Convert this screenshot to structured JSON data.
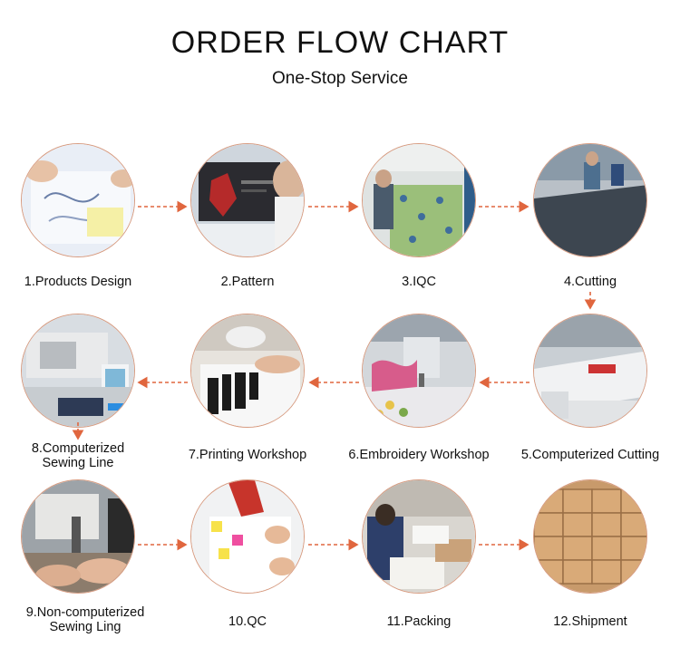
{
  "header": {
    "title": "ORDER FLOW CHART",
    "subtitle": "One-Stop Service"
  },
  "steps": [
    {
      "label": "1.Products Design",
      "icon": "design-sketch-photo"
    },
    {
      "label": "2.Pattern",
      "icon": "pattern-computer-photo"
    },
    {
      "label": "3.IQC",
      "icon": "fabric-inspection-photo"
    },
    {
      "label": "4.Cutting",
      "icon": "cutting-table-photo"
    },
    {
      "label": "5.Computerized Cutting",
      "icon": "computerized-cutter-photo"
    },
    {
      "label": "6.Embroidery Workshop",
      "icon": "embroidery-machine-photo"
    },
    {
      "label": "7.Printing Workshop",
      "icon": "printing-photo"
    },
    {
      "label": "8.Computerized\nSewing Line",
      "icon": "computerized-sewing-photo"
    },
    {
      "label": "9.Non-computerized\nSewing Ling",
      "icon": "manual-sewing-photo"
    },
    {
      "label": "10.QC",
      "icon": "quality-check-photo"
    },
    {
      "label": "11.Packing",
      "icon": "packing-photo"
    },
    {
      "label": "12.Shipment",
      "icon": "shipment-boxes-photo"
    }
  ],
  "colors": {
    "arrow": "#e0663e",
    "ring": "#d79b80"
  }
}
